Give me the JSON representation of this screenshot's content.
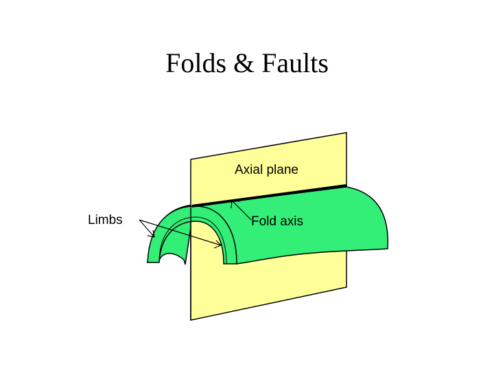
{
  "title": "Folds & Faults",
  "diagram": {
    "labels": {
      "axial_plane": "Axial plane",
      "fold_axis": "Fold axis",
      "limbs": "Limbs"
    },
    "colors": {
      "plane_fill": "#ffff99",
      "fold_fill": "#33ee77",
      "outline": "#000000",
      "background": "#ffffff"
    }
  }
}
